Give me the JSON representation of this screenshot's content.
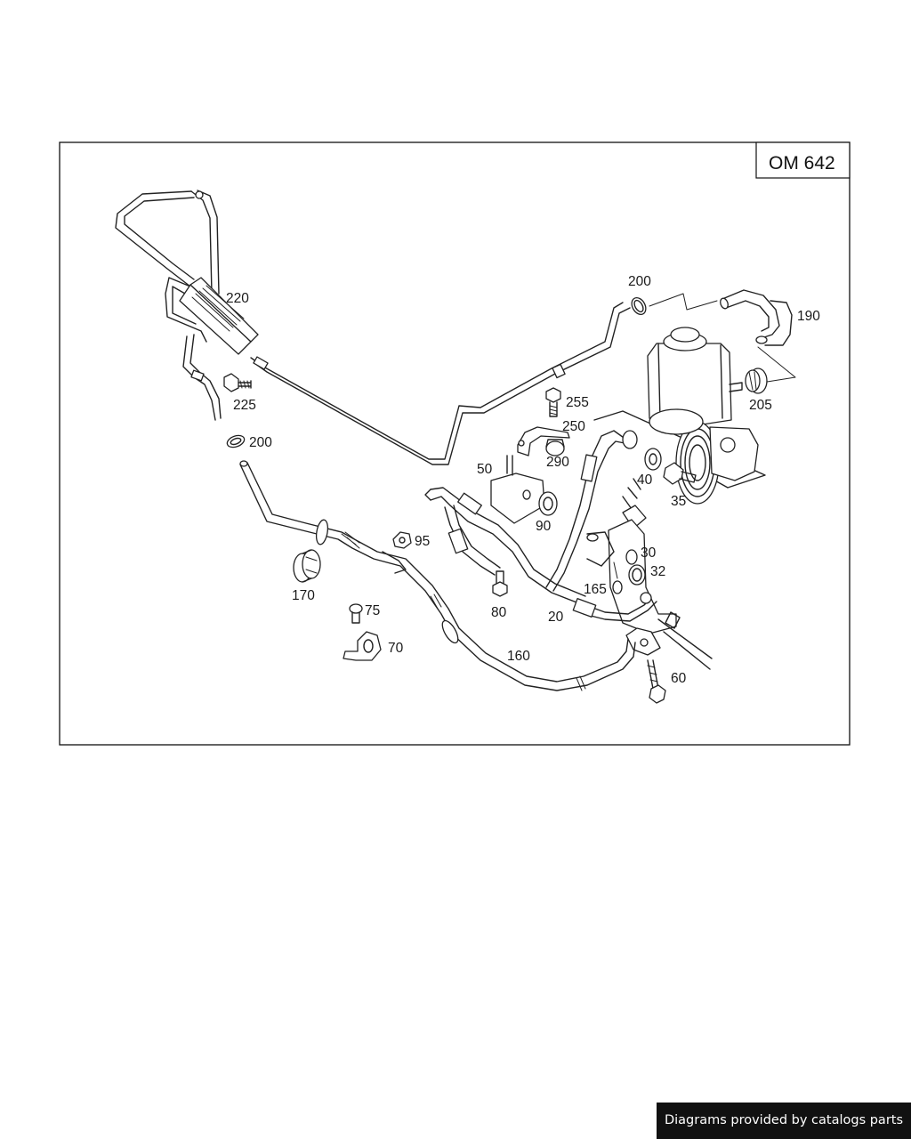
{
  "diagram": {
    "engine_code": "OM 642",
    "callouts": {
      "c220": "220",
      "c225": "225",
      "c200a": "200",
      "c200b": "200",
      "c190": "190",
      "c205": "205",
      "c255": "255",
      "c250": "250",
      "c290": "290",
      "c50": "50",
      "c90": "90",
      "c40": "40",
      "c35": "35",
      "c95": "95",
      "c170": "170",
      "c30": "30",
      "c32": "32",
      "c165": "165",
      "c80": "80",
      "c20": "20",
      "c75": "75",
      "c70": "70",
      "c160": "160",
      "c60": "60"
    }
  },
  "footer": {
    "text": "Diagrams provided by catalogs parts"
  }
}
